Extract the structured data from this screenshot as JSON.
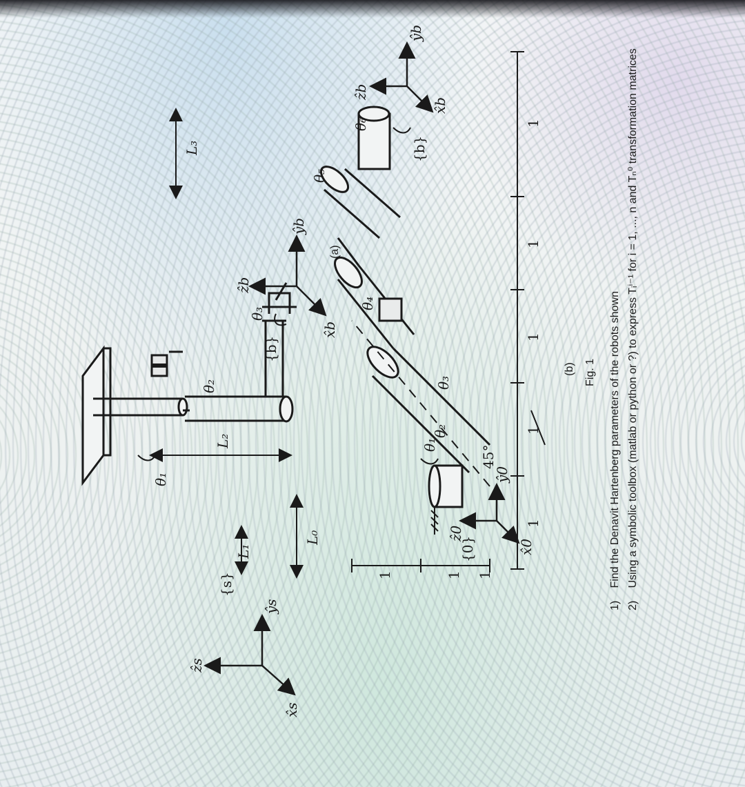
{
  "figure": {
    "caption": "Fig. 1",
    "panel_a": {
      "label": "(a)",
      "lengths": [
        "L₀",
        "L₁",
        "L₂",
        "L₃"
      ],
      "joints": [
        "θ₁",
        "θ₂",
        "θ₃"
      ],
      "frame_s": {
        "name": "{s}",
        "x": "x̂s",
        "y": "ŷs",
        "z": "ẑs"
      },
      "frame_b": {
        "name": "{b}",
        "x": "x̂b",
        "y": "ŷb",
        "z": "ẑb"
      }
    },
    "panel_b": {
      "label": "(b)",
      "joints": [
        "θ₁",
        "θ₂",
        "θ₃",
        "θ₄",
        "θ₅",
        "θ₆"
      ],
      "angle": "45°",
      "dimensions": [
        "1",
        "1",
        "1",
        "1",
        "1",
        "1",
        "1",
        "1"
      ],
      "frame_0": {
        "name": "{0}",
        "x": "x̂0",
        "y": "ŷ0",
        "z": "ẑ0"
      },
      "frame_b": {
        "name": "{b}",
        "x": "x̂b",
        "y": "ŷb",
        "z": "ẑb"
      }
    }
  },
  "questions": [
    {
      "num": "1)",
      "text": "Find the Denavit Hartenberg parameters of the robots shown"
    },
    {
      "num": "2)",
      "text": "Using a symbolic toolbox (matlab or python or ?) to express Tᵢⁱ⁻¹ for i = 1, ..., n and Tₙ⁰ transformation matrices"
    }
  ]
}
